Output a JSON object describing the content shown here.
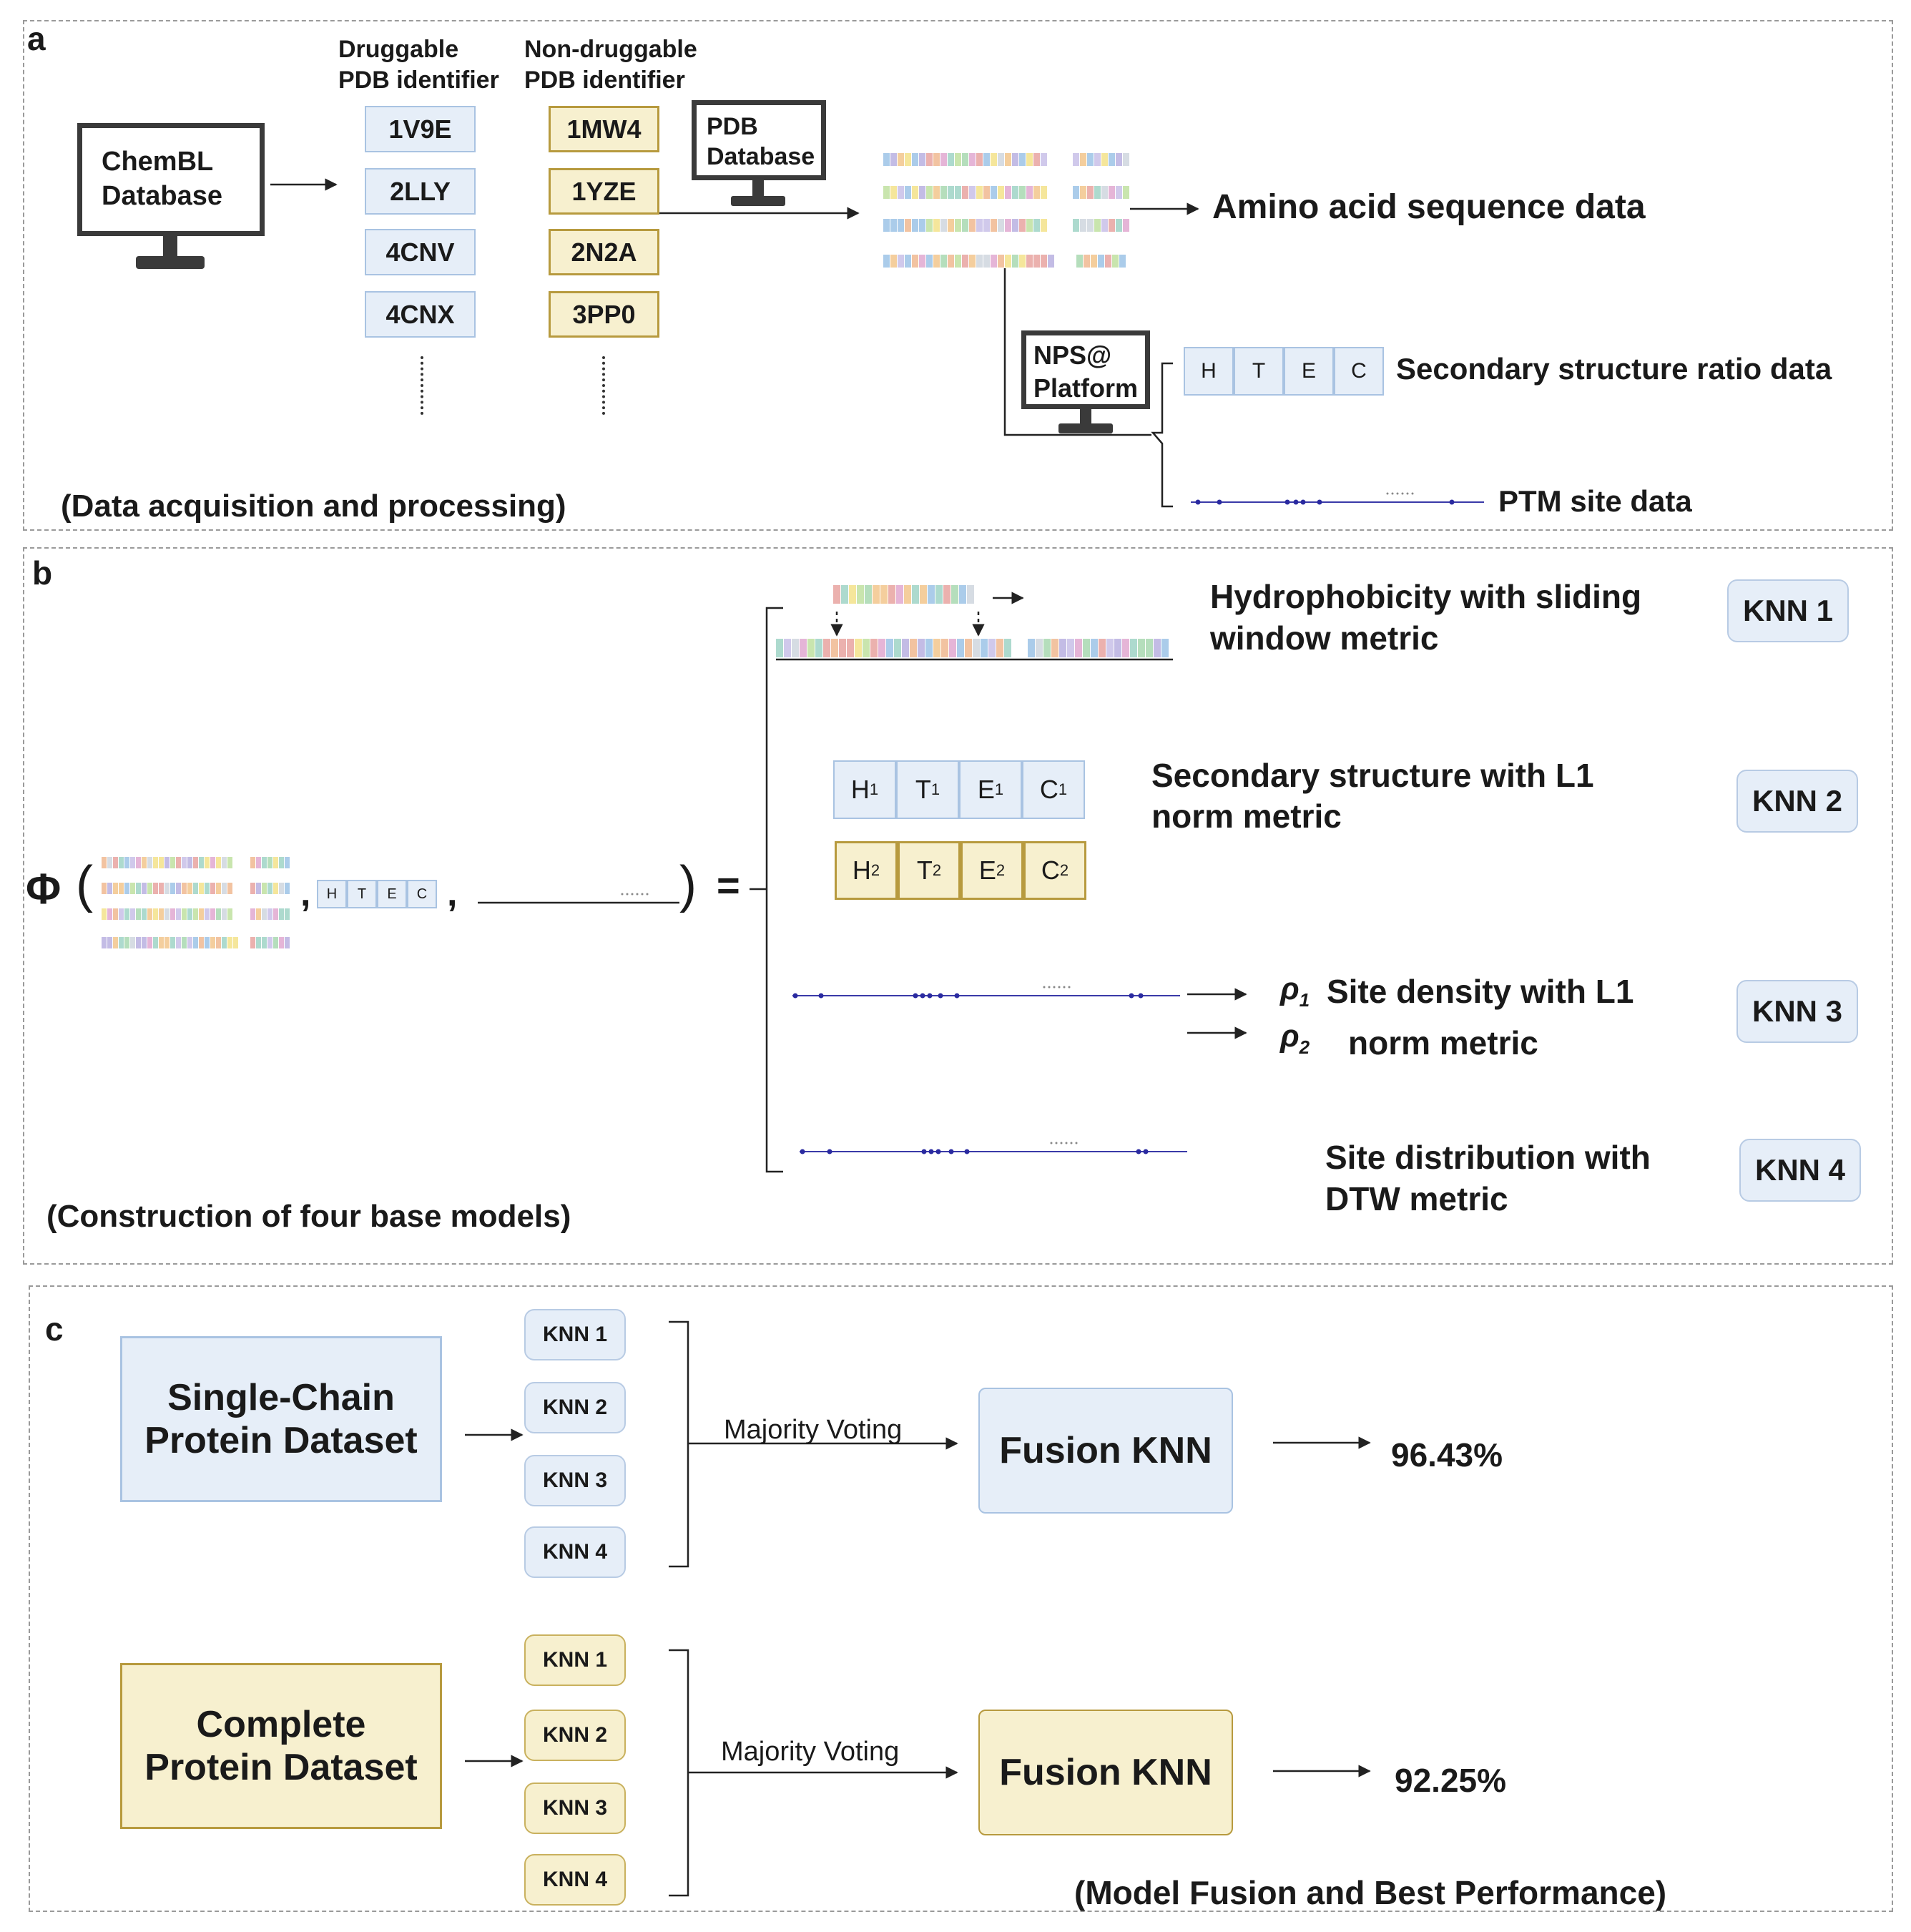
{
  "panel_a": {
    "letter": "a",
    "chembl_line1": "ChemBL",
    "chembl_line2": "Database",
    "druggable_line1": "Druggable",
    "druggable_line2": "PDB identifier",
    "nondruggable_line1": "Non-druggable",
    "nondruggable_line2": "PDB identifier",
    "druggable_ids": [
      "1V9E",
      "2LLY",
      "4CNV",
      "4CNX"
    ],
    "nondruggable_ids": [
      "1MW4",
      "1YZE",
      "2N2A",
      "3PP0"
    ],
    "pdb_line1": "PDB",
    "pdb_line2": "Database",
    "amino_acid_label": "Amino acid sequence data",
    "nps_line1": "NPS@",
    "nps_line2": "Platform",
    "htec": [
      "H",
      "T",
      "E",
      "C"
    ],
    "secondary_label": "Secondary structure ratio data",
    "ptm_label": "PTM site data",
    "caption": "(Data acquisition and processing)"
  },
  "panel_b": {
    "letter": "b",
    "phi": "Φ",
    "htec_small": [
      "H",
      "T",
      "E",
      "C"
    ],
    "htec1": [
      {
        "l": "H",
        "s": "1"
      },
      {
        "l": "T",
        "s": "1"
      },
      {
        "l": "E",
        "s": "1"
      },
      {
        "l": "C",
        "s": "1"
      }
    ],
    "htec2": [
      {
        "l": "H",
        "s": "2"
      },
      {
        "l": "T",
        "s": "2"
      },
      {
        "l": "E",
        "s": "2"
      },
      {
        "l": "C",
        "s": "2"
      }
    ],
    "m1_line1": "Hydrophobicity with sliding",
    "m1_line2": "window metric",
    "m2_line1": "Secondary structure with L1",
    "m2_line2": "norm metric",
    "rho1": "ρ",
    "rho1_sub": "1",
    "rho2": "ρ",
    "rho2_sub": "2",
    "m3_line1": "Site density with L1",
    "m3_line2": "norm metric",
    "m4_line1": "Site distribution with",
    "m4_line2": "DTW metric",
    "knn": [
      "KNN 1",
      "KNN 2",
      "KNN 3",
      "KNN 4"
    ],
    "caption": "(Construction of four base models)"
  },
  "panel_c": {
    "letter": "c",
    "single_line1": "Single-Chain",
    "single_line2": "Protein Dataset",
    "complete_line1": "Complete",
    "complete_line2": "Protein Dataset",
    "knn": [
      "KNN 1",
      "KNN 2",
      "KNN 3",
      "KNN 4"
    ],
    "majority_voting": "Majority Voting",
    "fusion": "Fusion KNN",
    "acc_single": "96.43%",
    "acc_complete": "92.25%",
    "caption": "(Model Fusion and Best Performance)"
  },
  "colors": {
    "blue_fill": "#e6eef8",
    "blue_border": "#a9c3e2",
    "yellow_fill": "#f7f0cf",
    "yellow_border": "#b79a3e",
    "ptm_line": "#2a2aa0"
  }
}
